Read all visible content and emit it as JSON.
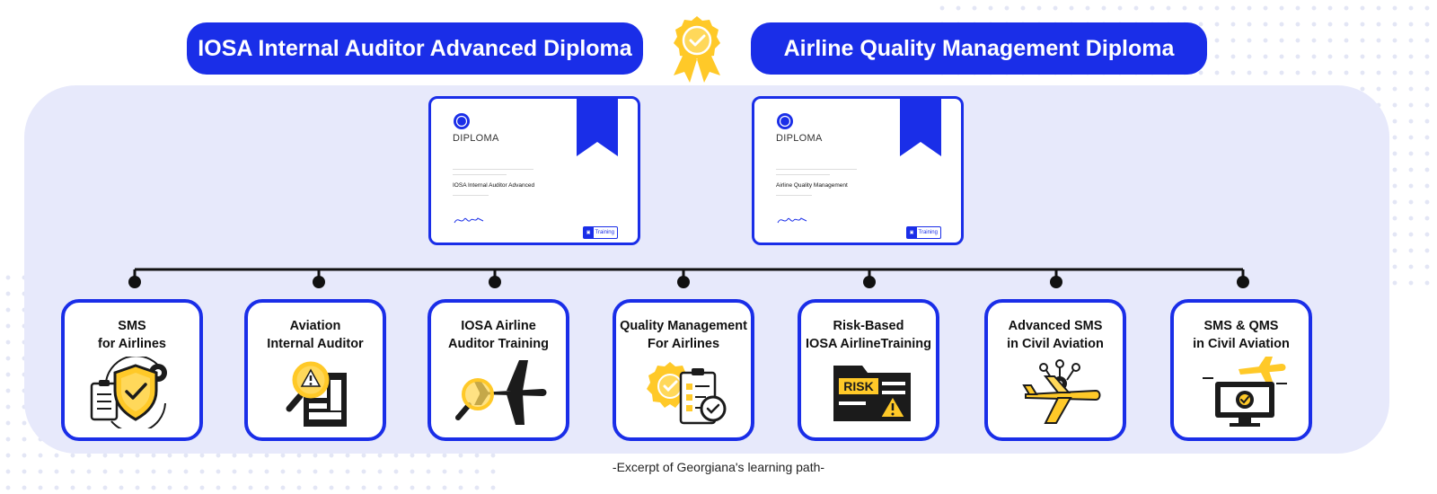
{
  "header": {
    "left_diploma": "IOSA Internal Auditor Advanced Diploma",
    "right_diploma": "Airline Quality Management Diploma"
  },
  "diplomas": [
    {
      "heading": "DIPLOMA",
      "course": "IOSA Internal Auditor Advanced",
      "brand": "Training"
    },
    {
      "heading": "DIPLOMA",
      "course": "Airline Quality Management",
      "brand": "Training"
    }
  ],
  "courses": [
    {
      "title": "SMS\nfor Airlines",
      "icon": "shield-check-gear-icon"
    },
    {
      "title": "Aviation\nInternal Auditor",
      "icon": "magnifier-warning-document-icon"
    },
    {
      "title": "IOSA Airline\nAuditor Training",
      "icon": "magnifier-airplane-icon"
    },
    {
      "title": "Quality Management\nFor Airlines",
      "icon": "badge-checklist-icon"
    },
    {
      "title": "Risk-Based\nIOSA AirlineTraining",
      "icon": "risk-folder-icon"
    },
    {
      "title": "Advanced SMS\nin Civil Aviation",
      "icon": "airplane-network-icon"
    },
    {
      "title": "SMS & QMS\nin Civil Aviation",
      "icon": "monitor-gear-airplane-icon"
    }
  ],
  "caption": "-Excerpt of Georgiana's learning path-",
  "colors": {
    "brand_blue": "#1a2ee8",
    "panel": "#e7e9fb",
    "accent_yellow": "#ffc928",
    "dark": "#1b1b1b"
  }
}
